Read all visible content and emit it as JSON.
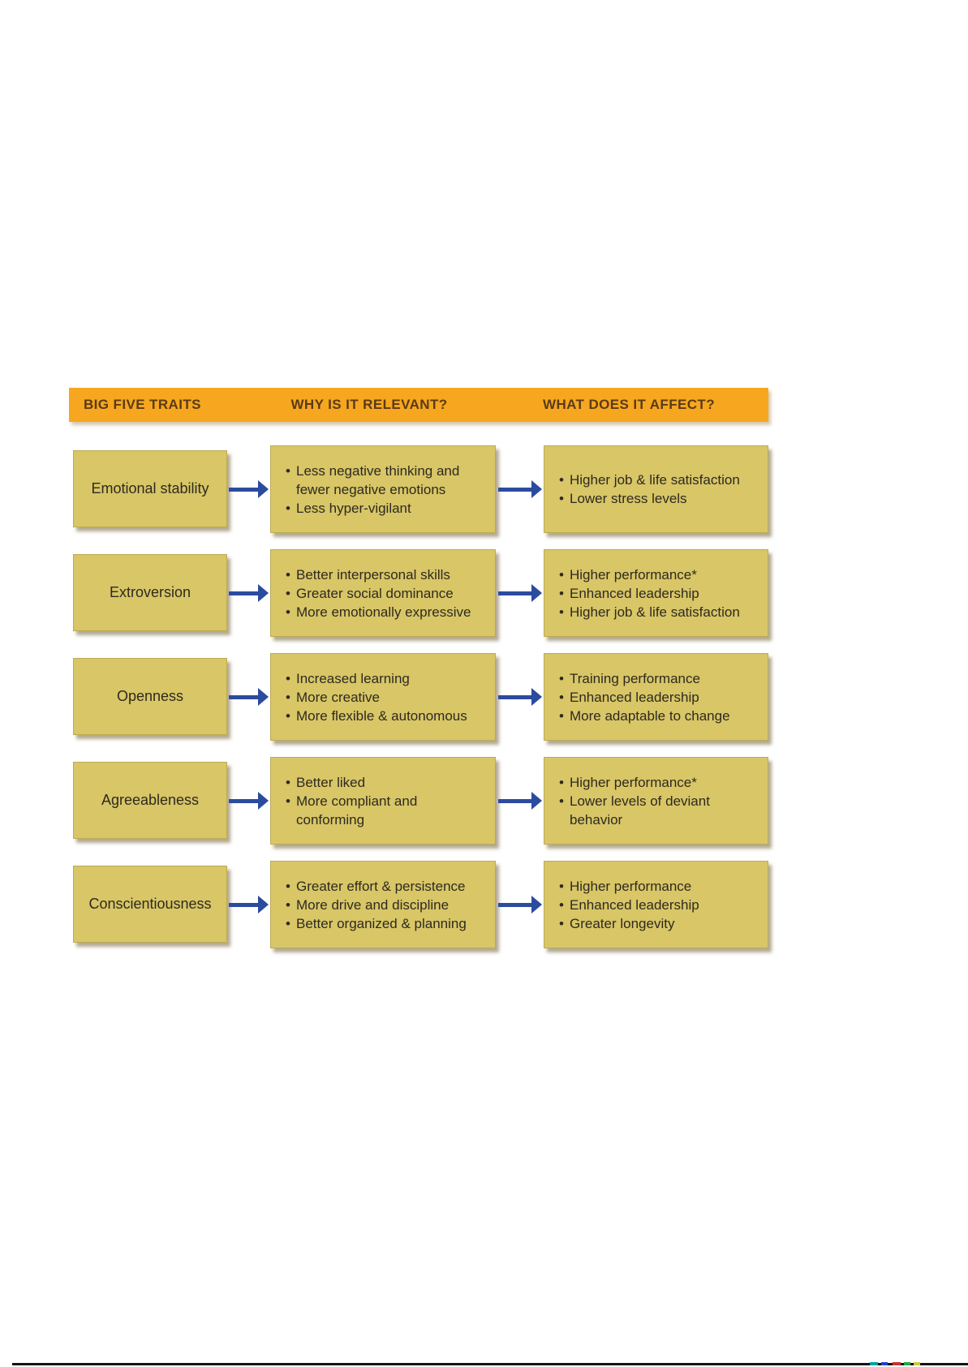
{
  "header": {
    "col1": "BIG FIVE TRAITS",
    "col2": "WHY IS IT RELEVANT?",
    "col3": "WHAT DOES IT AFFECT?"
  },
  "rows": [
    {
      "trait": "Emotional stability",
      "relevant": [
        "Less negative thinking and fewer negative emotions",
        "Less hyper-vigilant"
      ],
      "affects": [
        "Higher job & life satisfaction",
        "Lower stress levels"
      ]
    },
    {
      "trait": "Extroversion",
      "relevant": [
        "Better interpersonal skills",
        "Greater social dominance",
        "More emotionally expressive"
      ],
      "affects": [
        "Higher performance*",
        "Enhanced leadership",
        "Higher job & life satisfaction"
      ]
    },
    {
      "trait": "Openness",
      "relevant": [
        "Increased learning",
        "More creative",
        "More flexible & autonomous"
      ],
      "affects": [
        "Training performance",
        "Enhanced leadership",
        "More adaptable to change"
      ]
    },
    {
      "trait": "Agreeableness",
      "relevant": [
        "Better liked",
        "More compliant and conforming"
      ],
      "affects": [
        "Higher performance*",
        "Lower levels of deviant behavior"
      ]
    },
    {
      "trait": "Conscientiousness",
      "relevant": [
        "Greater effort & persistence",
        "More drive and discipline",
        "Better organized & planning"
      ],
      "affects": [
        "Higher performance",
        "Enhanced leadership",
        "Greater longevity"
      ]
    }
  ],
  "colors": {
    "header_bg": "#F6A71F",
    "header_text": "#5C3A16",
    "box_bg": "#D8C667",
    "body_text": "#2E2A1F",
    "arrow_color": "#2B4B9E"
  }
}
